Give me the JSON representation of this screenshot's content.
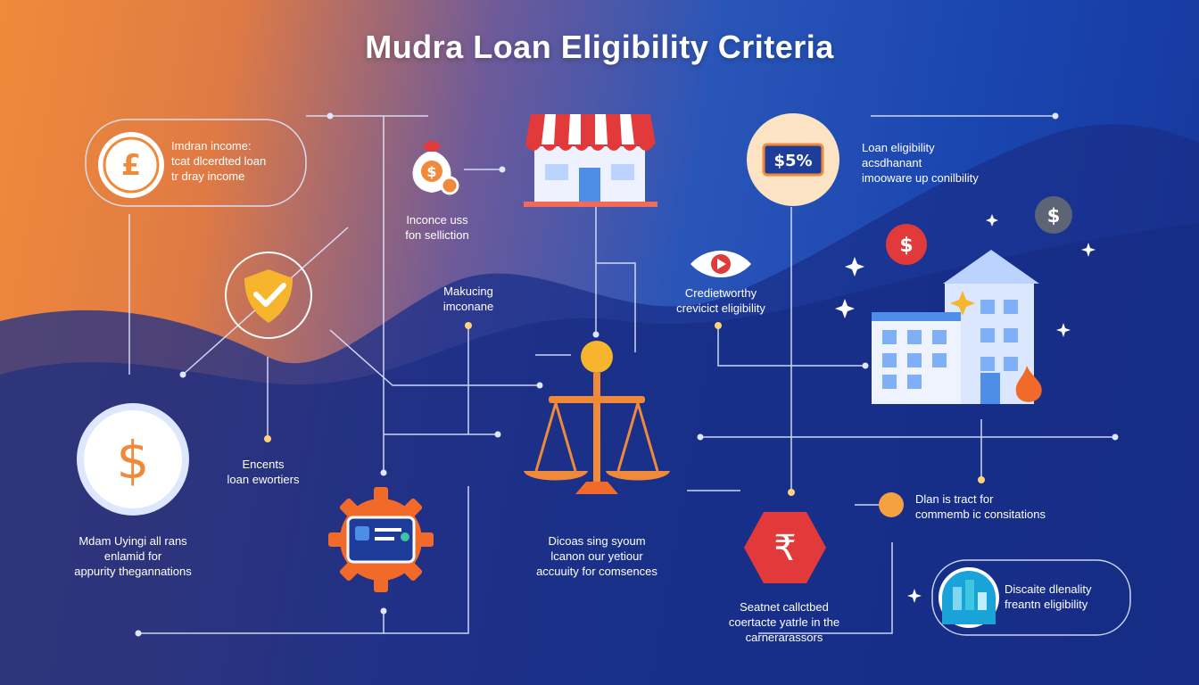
{
  "title": "Mudra Loan Eligibility Criteria",
  "labels": {
    "income_box": [
      "Imdran income:",
      "tcat dlcerdted loan",
      "tr dray income"
    ],
    "income_use": [
      "Inconce uss",
      "fon selliction"
    ],
    "marketing": [
      "Makucing",
      "imconane"
    ],
    "credit": [
      "Credietworthy",
      "crevicict eligibility"
    ],
    "loan_elig": [
      "Loan eligibility",
      "acsdhanant",
      "imooware up conilbility"
    ],
    "encents": [
      "Encents",
      "loan ewortiers"
    ],
    "madam": [
      "Mdam Uyingi all rans",
      "enlamid for",
      "appurity thegannations"
    ],
    "discuss": [
      "Dicoas sing syoum",
      "lcanon our yetiour",
      "accuuity for comsences"
    ],
    "dian": [
      "Dlan is tract for",
      "commemb ic consitations"
    ],
    "seatnet": [
      "Seatnet callctbed",
      "coertacte yatrle in the",
      "carnerarassors"
    ],
    "discate": [
      "Discaite dlenality",
      "freantn eligibility"
    ]
  },
  "icons": {
    "pound": "£",
    "dollar_big": "$",
    "percent": "$5%",
    "moneybag": "$",
    "red_dollar": "$",
    "gray_dollar": "$",
    "rupee": "₹"
  },
  "colors": {
    "orange": "#f08a3a",
    "navy": "#16359a",
    "red": "#e23a3a"
  }
}
